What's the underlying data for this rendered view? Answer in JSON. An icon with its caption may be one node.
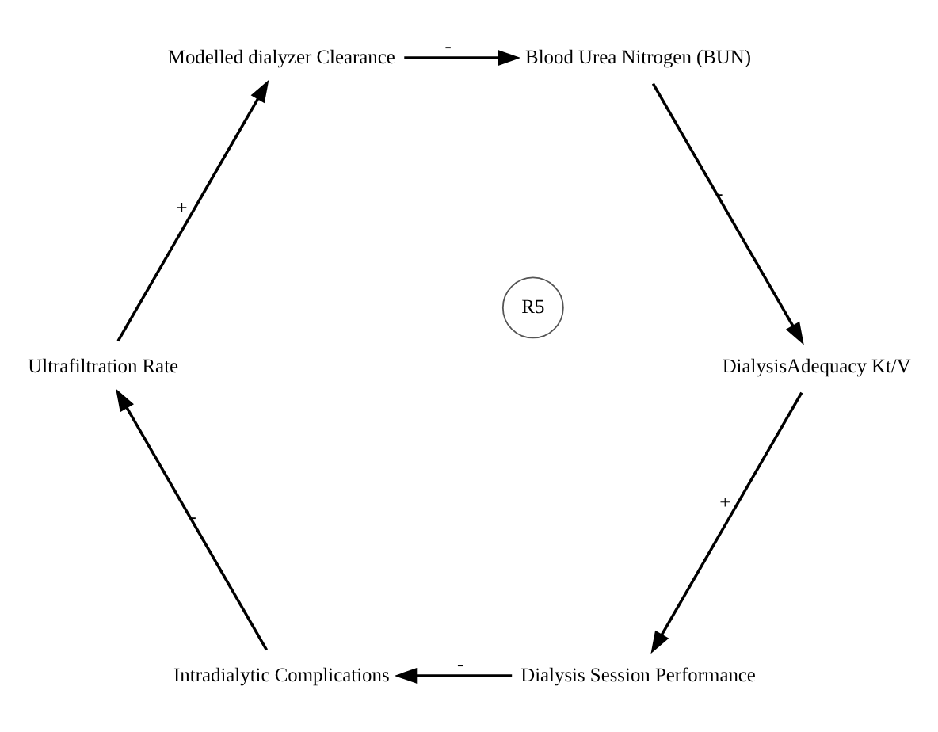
{
  "diagram": {
    "nodes": [
      {
        "text": [
          "Dialysis Session Performance"
        ]
      },
      {
        "text": [
          "Intradialytic Complications"
        ]
      },
      {
        "text": [
          "Ultrafiltration Rate"
        ]
      },
      {
        "text": [
          "Modelled dialyzer Clearance"
        ]
      },
      {
        "text": [
          "Blood Urea Nitrogen (BUN)"
        ]
      },
      {
        "text": [
          "DialysisAdequacy Kt/V"
        ]
      }
    ],
    "edges": [
      {
        "from": 0,
        "to": 1,
        "arrow": "to",
        "label": "-"
      },
      {
        "from": 1,
        "to": 2,
        "arrow": "to",
        "label": "-"
      },
      {
        "from": 2,
        "to": 3,
        "arrow": "to",
        "label": "+"
      },
      {
        "from": 3,
        "to": 4,
        "arrow": "to",
        "label": "-"
      },
      {
        "from": 4,
        "to": 5,
        "arrow": "to",
        "label": "-"
      },
      {
        "from": 5,
        "to": 0,
        "arrow": "to",
        "label": "+"
      }
    ],
    "labels": [
      "R5"
    ]
  }
}
